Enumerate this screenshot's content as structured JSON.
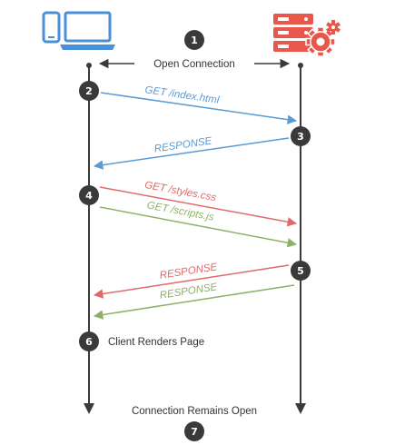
{
  "colors": {
    "client_blue": "#4a90d9",
    "server_red": "#e8574a",
    "request_blue": "#5b9bd5",
    "request_red": "#e06a6a",
    "request_green": "#8fb06a",
    "circle": "#3a3a3a",
    "line": "#3a3a3a"
  },
  "icons": {
    "client": "devices-icon",
    "server": "server-gear-icon"
  },
  "steps": {
    "s1": "1",
    "s2": "2",
    "s3": "3",
    "s4": "4",
    "s5": "5",
    "s6": "6",
    "s7": "7"
  },
  "labels": {
    "open_connection": "Open Connection",
    "get_index": "GET /index.html",
    "response_1": "RESPONSE",
    "get_styles": "GET /styles.css",
    "get_scripts": "GET /scripts.js",
    "response_2": "RESPONSE",
    "response_3": "RESPONSE",
    "client_renders": "Client Renders Page",
    "connection_open": "Connection Remains Open"
  }
}
